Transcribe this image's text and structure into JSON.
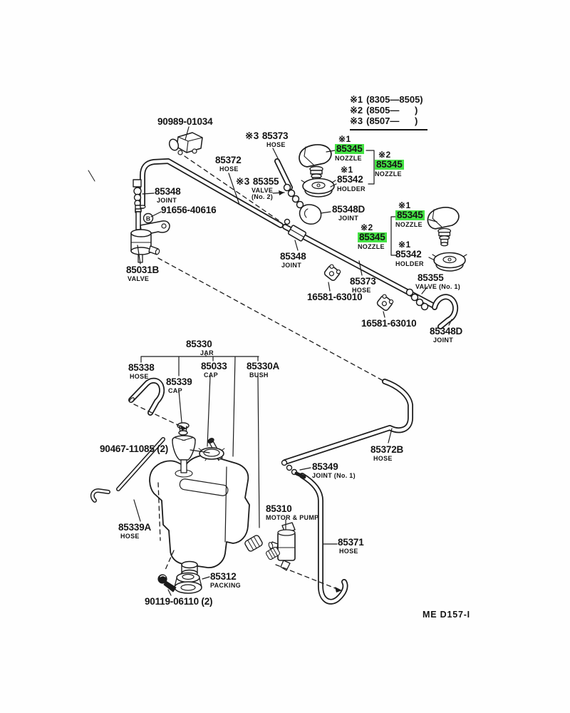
{
  "figure": {
    "code": "ME D157-I",
    "highlight_color": "#44E244",
    "line_color": "#1c1c1c"
  },
  "legend": {
    "items": [
      {
        "mark": "※1",
        "range": "(8305—8505)"
      },
      {
        "mark": "※2",
        "range": "(8505—      )"
      },
      {
        "mark": "※3",
        "range": "(8507—      )"
      }
    ]
  },
  "parts": {
    "p90989": {
      "number": "90989-01034"
    },
    "p85372": {
      "number": "85372",
      "caption": "HOSE"
    },
    "p85373_top": {
      "mark": "※3",
      "number": "85373",
      "caption": "HOSE"
    },
    "p85348_left": {
      "number": "85348",
      "caption": "JOINT"
    },
    "p91656": {
      "number": "91656-40616",
      "marker": "B"
    },
    "p85031B": {
      "number": "85031B",
      "caption": "VALVE"
    },
    "p85355_no2": {
      "mark": "※3",
      "number": "85355",
      "caption": "VALVE",
      "caption2": "(No. 2)"
    },
    "g1_nozzle1": {
      "mark": "※1",
      "number": "85345",
      "caption": "NOZZLE",
      "highlighted": true
    },
    "g1_nozzle2": {
      "mark": "※2",
      "number": "85345",
      "caption": "NOZZLE",
      "highlighted": true
    },
    "g1_holder": {
      "mark": "※1",
      "number": "85342",
      "caption": "HOLDER"
    },
    "p85348D_1": {
      "number": "85348D",
      "caption": "JOINT"
    },
    "g2_nozzle1": {
      "mark": "※1",
      "number": "85345",
      "caption": "NOZZLE",
      "highlighted": true
    },
    "g2_nozzle2": {
      "mark": "※2",
      "number": "85345",
      "caption": "NOZZLE",
      "highlighted": true
    },
    "g2_holder": {
      "mark": "※1",
      "number": "85342",
      "caption": "HOLDER"
    },
    "p85348_mid": {
      "number": "85348",
      "caption": "JOINT"
    },
    "p85373_main": {
      "number": "85373",
      "caption": "HOSE"
    },
    "p16581_a": {
      "number": "16581-63010"
    },
    "p16581_b": {
      "number": "16581-63010"
    },
    "p85355_no1": {
      "number": "85355",
      "caption": "VALVE (No. 1)"
    },
    "p85348D_2": {
      "number": "85348D",
      "caption": "JOINT"
    },
    "p85330": {
      "number": "85330",
      "caption": "JAR"
    },
    "p85338": {
      "number": "85338",
      "caption": "HOSE"
    },
    "p85339": {
      "number": "85339",
      "caption": "CAP"
    },
    "p85033": {
      "number": "85033",
      "caption": "CAP"
    },
    "p85330A": {
      "number": "85330A",
      "caption": "BUSH"
    },
    "p90467": {
      "number": "90467-11085 (2)"
    },
    "p85339A": {
      "number": "85339A",
      "caption": "HOSE"
    },
    "p85312": {
      "number": "85312",
      "caption": "PACKING"
    },
    "p90119": {
      "number": "90119-06110 (2)"
    },
    "p85310": {
      "number": "85310",
      "caption": "MOTOR & PUMP"
    },
    "p85371": {
      "number": "85371",
      "caption": "HOSE"
    },
    "p85372B": {
      "number": "85372B",
      "caption": "HOSE"
    },
    "p85349": {
      "number": "85349",
      "caption": "JOINT (No. 1)"
    }
  }
}
